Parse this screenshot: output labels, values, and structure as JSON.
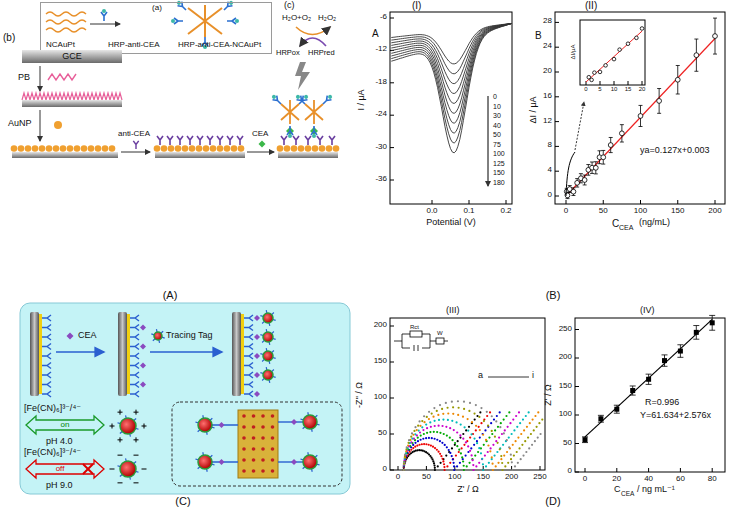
{
  "diagram": {
    "nodes": [
      {
        "text": [
          "(a)",
          "NCAuPt",
          "HRP-anti-CEA",
          "HRP-anti-CEA-NCAuPt"
        ]
      },
      {
        "text": [
          "GCE"
        ]
      }
    ],
    "labels": [
      "(b)",
      "PB",
      "AuNP",
      "anti-CEA",
      "CEA",
      "(c)",
      "H₂O+O₂",
      "H₂O₂",
      "HRPox",
      "HRPred",
      "(A)",
      "(I)",
      "A",
      "-6",
      "-12",
      "-18",
      "-24",
      "-30",
      "-36",
      "I / μA",
      "0.0",
      "0.1",
      "0.2",
      "Potential (V)",
      "0",
      "10",
      "30",
      "40",
      "50",
      "75",
      "100",
      "125",
      "150",
      "180",
      "(II)",
      "B",
      "0",
      "4",
      "8",
      "12",
      "16",
      "20",
      "24",
      "28",
      "ΔI / μA",
      "0",
      "50",
      "100",
      "150",
      "200",
      "C",
      "CEA",
      "(ng/mL)",
      "ya=0.127x+0.003",
      "ΔI/μA",
      "0",
      "5",
      "10",
      "15",
      "20",
      "(B)",
      "CEA",
      "Tracing Tag",
      "[Fe(CN)₆]³⁻/⁴⁻",
      "on",
      "pH 4.0",
      "[Fe(CN)₆]³⁻/⁴⁻",
      "off",
      "pH 9.0",
      "(C)",
      "(III)",
      "Rct",
      "W",
      "a",
      "i",
      "0",
      "50",
      "100",
      "150",
      "200",
      "0",
      "50",
      "100",
      "150",
      "200",
      "250",
      "-Z'' / Ω",
      "Z' / Ω",
      "(IV)",
      "R=0.996",
      "Y=61.634+2.576x",
      "0",
      "50",
      "100",
      "150",
      "200",
      "250",
      "0",
      "20",
      "40",
      "60",
      "80",
      "Z' / Ω",
      "C",
      "CEA",
      "/ ng mL⁻¹",
      "(D)"
    ]
  }
}
